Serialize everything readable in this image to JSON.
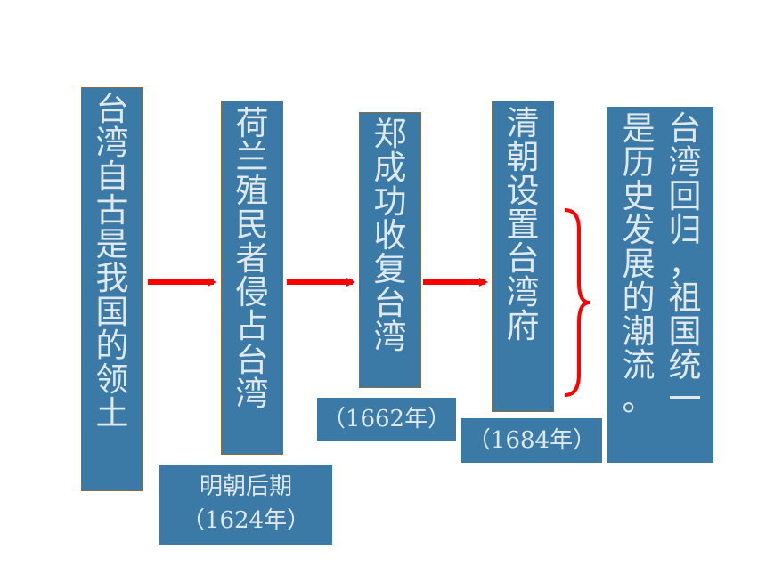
{
  "boxes": [
    {
      "id": "box1",
      "text": "台湾自古是我国的领土"
    },
    {
      "id": "box2",
      "text": "荷兰殖民者侵占台湾"
    },
    {
      "id": "box3",
      "text": "郑成功收复台湾"
    },
    {
      "id": "box4",
      "text": "清朝设置台湾府"
    }
  ],
  "labels": {
    "label2_line1": "明朝后期",
    "label2_line2": "（1624年）",
    "label3": "（1662年）",
    "label4": "（1684年）"
  },
  "conclusion": {
    "col1": "台湾回归，祖国统一",
    "col2": "是历史发展的潮流。"
  },
  "colors": {
    "box": "#3b7aa6",
    "arrow": "#ff0000",
    "text": "#dfe8ef"
  }
}
